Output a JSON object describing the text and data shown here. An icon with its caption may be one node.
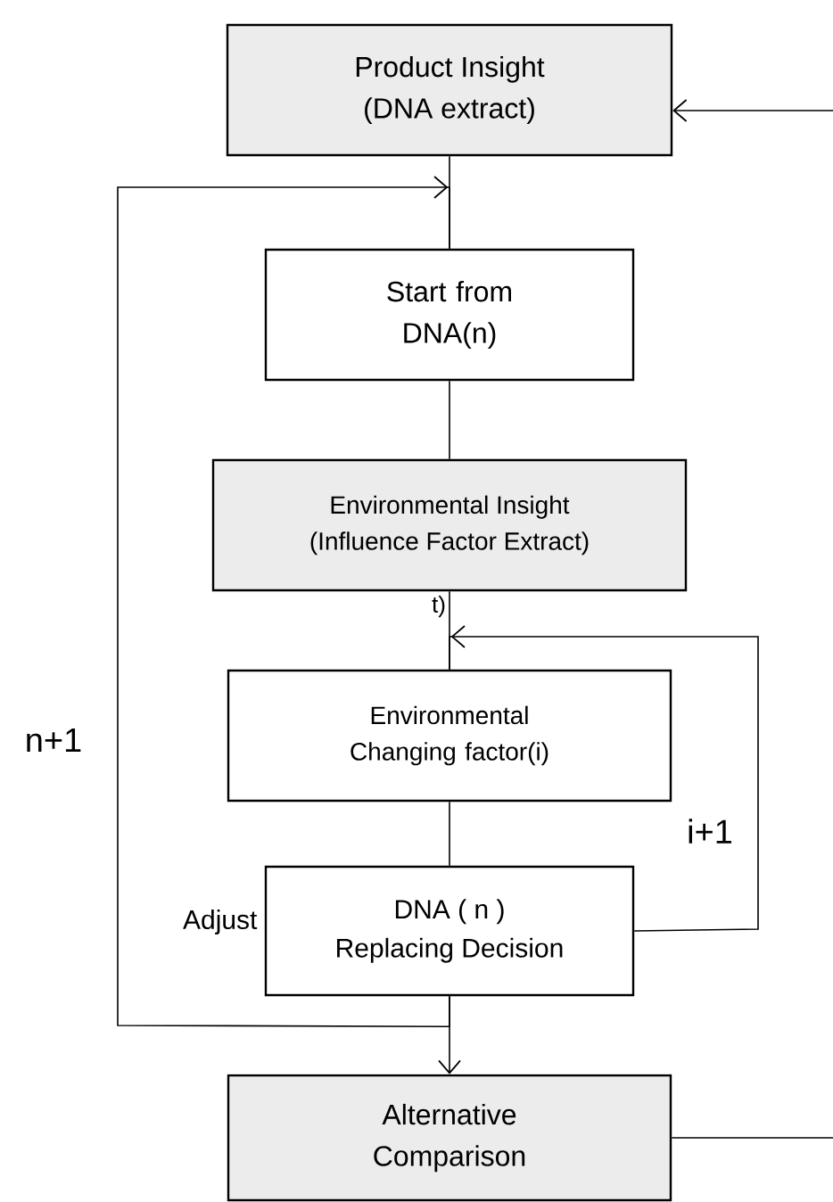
{
  "diagram": {
    "nodes": [
      {
        "text": [
          "Product Insight",
          "(DNA extract)"
        ]
      },
      {
        "text": [
          "Start from DNA(n)"
        ]
      },
      {
        "text": [
          "Environmental Insight",
          "(Influence Factor Extract)"
        ]
      },
      {
        "text": [
          "Environmental Changing factor(i)"
        ]
      },
      {
        "text": [
          "DNA ( n )",
          "Replacing Decision"
        ],
        "beside": [
          "Adjust"
        ]
      },
      {
        "text": [
          "Alternative Comparison"
        ]
      }
    ],
    "edges": [
      {
        "from": null,
        "to": 0,
        "arrow": "to"
      },
      {
        "from": 0,
        "to": 1,
        "arrow": "none"
      },
      {
        "from": 1,
        "to": 2,
        "arrow": "none"
      },
      {
        "from": 2,
        "to": 3,
        "arrow": "none"
      },
      {
        "from": 3,
        "to": 4,
        "arrow": "none"
      },
      {
        "from": 4,
        "to": 5,
        "arrow": "to"
      },
      {
        "from": 4,
        "to": 1,
        "arrow": "to",
        "label": "n+1"
      },
      {
        "from": 4,
        "to": 3,
        "arrow": "to",
        "label": "i+1"
      },
      {
        "from": 5,
        "to": null,
        "arrow": "none"
      }
    ],
    "labels": [
      "t)"
    ]
  }
}
